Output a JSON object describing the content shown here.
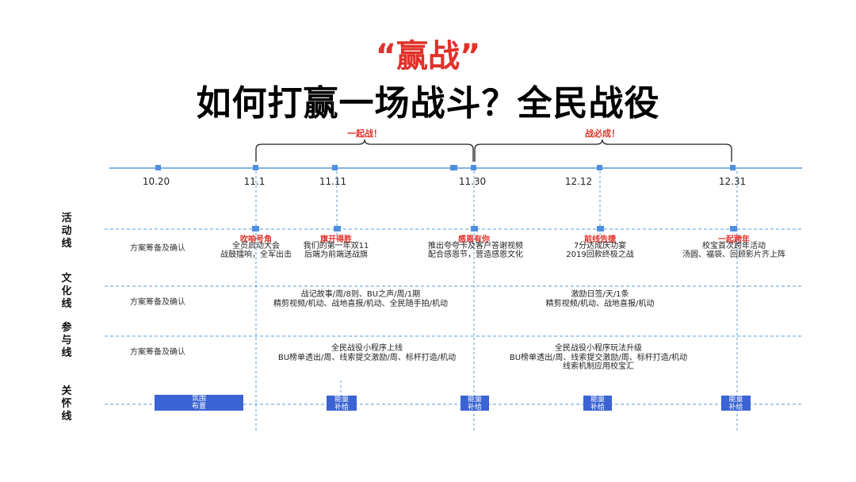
{
  "title": {
    "quote": "“赢战”",
    "main": "如何打赢一场战斗？全民战役"
  },
  "colors": {
    "axis": "#5b9bd5",
    "marker": "#4f8fe0",
    "accent": "#e0312a",
    "block": "#3a63d4"
  },
  "phases": [
    {
      "label": "一起战！"
    },
    {
      "label": "战必成！"
    }
  ],
  "dates": [
    "10.20",
    "11.1",
    "11.11",
    "11.30",
    "12.12",
    "12.31"
  ],
  "lanes": [
    {
      "label": "活动线",
      "prep": "方案筹备及确认"
    },
    {
      "label": "文化线",
      "prep": "方案筹备及确认"
    },
    {
      "label": "参与线",
      "prep": "方案筹备及确认"
    },
    {
      "label": "关怀线"
    }
  ],
  "activity_events": [
    {
      "title": "吹响号角",
      "lines": [
        "全员启动大会",
        "战鼓擂响，全军出击"
      ]
    },
    {
      "title": "旗开得胜",
      "lines": [
        "我们的第一年双11",
        "后端为前端送战旗"
      ]
    },
    {
      "title": "感恩有你",
      "lines": [
        "推出夸夸卡及客户答谢视频",
        "配合感恩节，营造感恩文化"
      ]
    },
    {
      "title": "前线告捷",
      "lines": [
        "7分达成庆功宴",
        "2019回款终极之战"
      ]
    },
    {
      "title": "一起跨年",
      "lines": [
        "校宝首次跨年活动",
        "汤圆、福袋、回顾影片齐上阵"
      ]
    }
  ],
  "culture_events": [
    {
      "lines": [
        "战记故事/周/8则、BU之声/周/1期",
        "精剪视频/机动、战地喜报/机动、全民随手拍/机动"
      ]
    },
    {
      "lines": [
        "激励日签/天/1条",
        "精剪视频/机动、战地喜报/机动"
      ]
    }
  ],
  "participation_events": [
    {
      "lines": [
        "全民战役小程序上线",
        "BU榜单透出/周、线索提交激励/周、标杆打造/机动"
      ]
    },
    {
      "lines": [
        "全民战役小程序玩法升级",
        "BU榜单透出/周、线索提交激励/周、标杆打造/机动",
        "线索机制应用校宝汇"
      ]
    }
  ],
  "care_blocks": [
    {
      "lines": [
        "氛围",
        "布置"
      ]
    },
    {
      "lines": [
        "能量",
        "补给"
      ]
    },
    {
      "lines": [
        "能量",
        "补给"
      ]
    },
    {
      "lines": [
        "能量",
        "补给"
      ]
    },
    {
      "lines": [
        "能量",
        "补给"
      ]
    }
  ]
}
